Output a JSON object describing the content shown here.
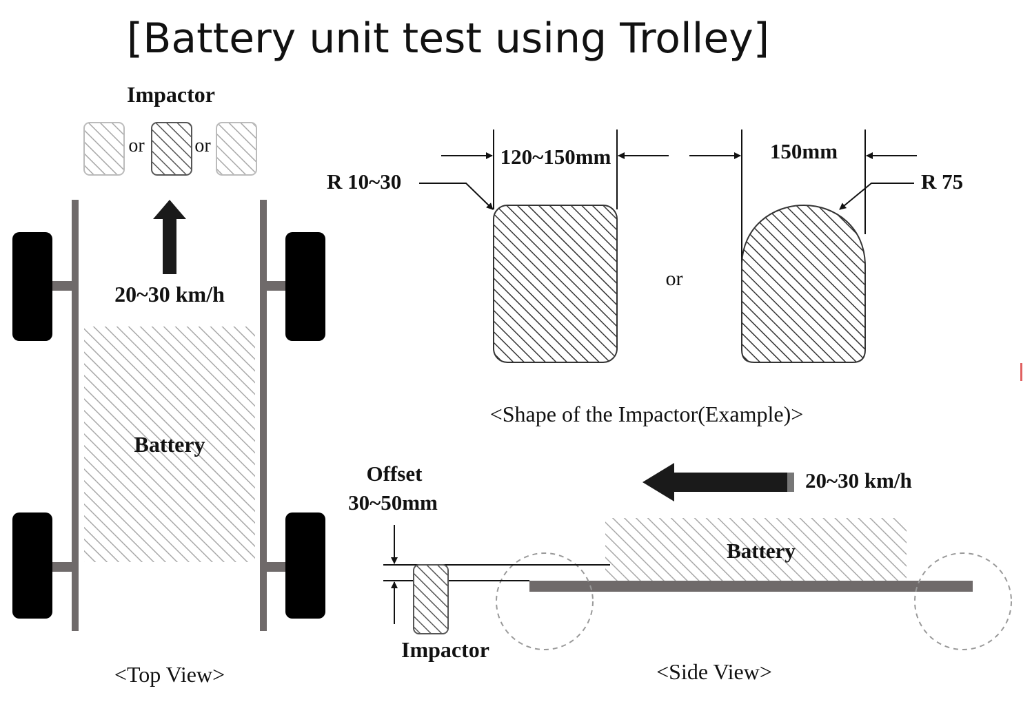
{
  "title": "[Battery unit test using Trolley]",
  "top_view": {
    "impactor_label": "Impactor",
    "or_1": "or",
    "or_2": "or",
    "speed": "20~30 km/h",
    "battery_label": "Battery",
    "caption": "<Top View>"
  },
  "impactor_shape": {
    "width_1": "120~150mm",
    "radius_1": "R 10~30",
    "or": "or",
    "width_2": "150mm",
    "radius_2": "R 75",
    "caption": "<Shape of the Impactor(Example)>"
  },
  "side_view": {
    "offset_label": "Offset",
    "offset_value": "30~50mm",
    "speed": "20~30 km/h",
    "battery_label": "Battery",
    "impactor_label": "Impactor",
    "caption": "<Side View>"
  },
  "colors": {
    "frame": "#6f6a6a",
    "wheel": "#000000",
    "arrow": "#1a1a1a",
    "hatch_light": "#a8a8a8",
    "hatch_dark": "#333333"
  }
}
